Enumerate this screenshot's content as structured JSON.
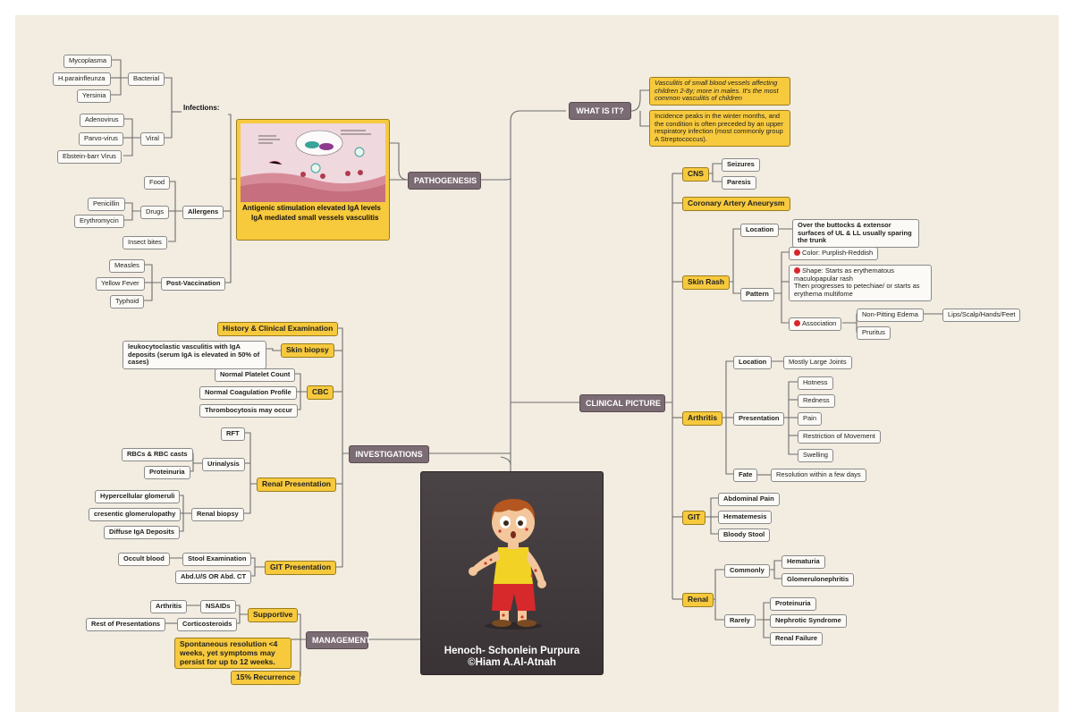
{
  "center": {
    "title": "Henoch- Schonlein Purpura",
    "author": "©Hiam A.Al-Atnah"
  },
  "what_is_it": {
    "label": "WHAT IS IT?",
    "definition": "Vasculitis of small blood vessels affecting children 2-8y; more in males.  It's the most common vasculitis of children",
    "epidemiology": "Incidence peaks in the winter  months, and the condition is often preceded by an upper  respiratory infection (most commonly group A Streptococcus)."
  },
  "pathogenesis": {
    "label": "PATHOGENESIS",
    "caption_line1": "Antigenic stimulation     elevated IgA levels",
    "caption_line2": "IgA mediated small vessels vasculitis",
    "infections_label": "Infections:",
    "bacterial_label": "Bacterial",
    "bacterial": [
      "Mycoplasma",
      "H.parainfleunza",
      "Yersinia"
    ],
    "viral_label": "Viral",
    "viral": [
      "Adenovirus",
      "Parvo-virus",
      "Ebstein-barr Virus"
    ],
    "allergens_label": "Allergens",
    "allergens": {
      "food": "Food",
      "drugs_label": "Drugs",
      "drugs": [
        "Penicillin",
        "Erythromycin"
      ],
      "insect": "Insect bites"
    },
    "postvacc_label": "Post-Vaccination",
    "vaccines": [
      "Measles",
      "Yellow Fever",
      "Typhoid"
    ]
  },
  "investigations": {
    "label": "INVESTIGATIONS",
    "history": "History & Clinical Examination",
    "skin_biopsy": "Skin biopsy",
    "skin_biopsy_detail": "leukocytoclastic vasculitis with  IgA deposits (serum IgA is elevated in 50% of cases)",
    "cbc": "CBC",
    "cbc_items": [
      "Normal Platelet Count",
      "Normal Coagulation Profile",
      "Thrombocytosis may occur"
    ],
    "renal": "Renal Presentation",
    "rft": "RFT",
    "urinalysis": "Urinalysis",
    "urinalysis_items": [
      "RBCs & RBC casts",
      "Proteinuria"
    ],
    "renal_biopsy": "Renal biopsy",
    "renal_biopsy_items": [
      "Hypercellular glomeruli",
      "cresentic glomerulopathy",
      "Diffuse IgA Deposits"
    ],
    "git": "GIT Presentation",
    "stool": "Stool Examination",
    "occult": "Occult blood",
    "abd": "Abd.U/S OR Abd. CT"
  },
  "management": {
    "label": "MANAGEMENT",
    "supportive": "Supportive",
    "nsaids": "NSAIDs",
    "arthritis": "Arthritis",
    "cortico": "Corticosteroids",
    "rest": "Rest of Presentations",
    "resolution": "Spontaneous resolution <4 weeks, yet symptoms may persist for up to 12 weeks.",
    "recurrence": "15% Recurrence"
  },
  "clinical": {
    "label": "CLINICAL PICTURE",
    "cns": "CNS",
    "cns_items": [
      "Seizures",
      "Paresis"
    ],
    "coronary": "Coronary Artery Aneurysm",
    "skin_rash": "Skin Rash",
    "location_label": "Location",
    "rash_location": "Over the buttocks & extensor surfaces of UL & LL usually sparing the trunk",
    "pattern_label": "Pattern",
    "color": "Color: Purplish-Reddish",
    "shape": "Shape: Starts as erythematous maculopapular rash\nThen progresses to petechiae/ or starts as erythema multifome",
    "association": "Association",
    "non_pitting": "Non-Pitting Edema",
    "lips": "Lips/Scalp/Hands/Feet",
    "pruritus": "Pruritus",
    "arthritis": "Arthritis",
    "arth_location": "Mostly Large Joints",
    "presentation_label": "Presentation",
    "presentation_items": [
      "Hotness",
      "Redness",
      "Pain",
      "Restriction of Movement",
      "Swelling"
    ],
    "fate_label": "Fate",
    "fate": "Resolution within a few days",
    "git": "GIT",
    "git_items": [
      "Abdominal Pain",
      "Hematemesis",
      "Bloody Stool"
    ],
    "renal": "Renal",
    "commonly": "Commonly",
    "common_items": [
      "Hematuria",
      "Glomerulonephritis"
    ],
    "rarely": "Rarely",
    "rare_items": [
      "Proteinuria",
      "Nephrotic Syndrome",
      "Renal Failure"
    ]
  },
  "colors": {
    "background": "#f2ece1",
    "topic": "#7b6b72",
    "highlight": "#f7c93d",
    "line": "#6e6e6e"
  }
}
